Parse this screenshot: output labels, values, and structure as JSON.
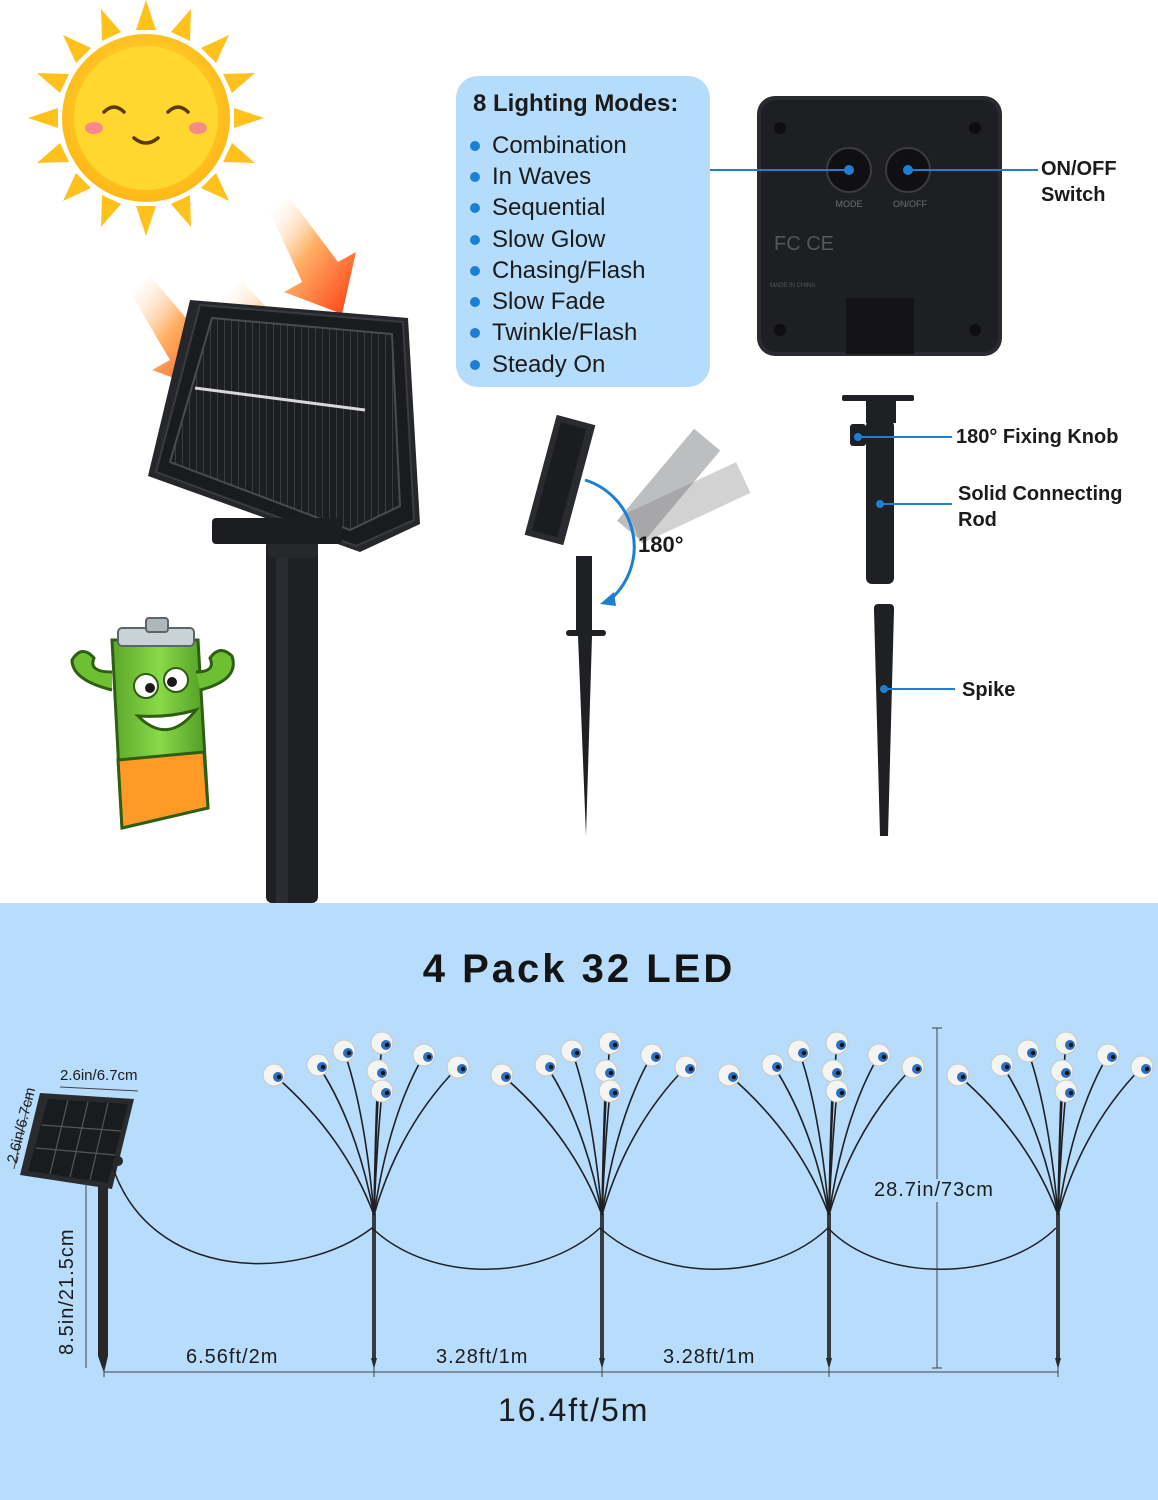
{
  "lighting_modes": {
    "title": "8 Lighting Modes:",
    "items": [
      "Combination",
      "In Waves",
      "Sequential",
      "Slow Glow",
      "Chasing/Flash",
      "Slow Fade",
      "Twinkle/Flash",
      "Steady On"
    ]
  },
  "controller": {
    "mode_label": "MODE",
    "onoff_label": "ON/OFF",
    "cert_marks": "FC CE",
    "made_in": "MADE IN CHINA"
  },
  "callouts": {
    "on_off_switch": [
      "ON/OFF",
      "Switch"
    ],
    "fixing_knob": "180° Fixing Knob",
    "connecting_rod": [
      "Solid Connecting",
      "Rod"
    ],
    "spike": "Spike",
    "rotation": "180°"
  },
  "specs": {
    "title": "4 Pack 32 LED",
    "panel_width": "2.6in/6.7cm",
    "panel_height": "2.6in/6.7cm",
    "stake_height": "8.5in/21.5cm",
    "light_height": "28.7in/73cm",
    "segment_1": "6.56ft/2m",
    "segment_2": "3.28ft/1m",
    "segment_3": "3.28ft/1m",
    "total_length": "16.4ft/5m"
  },
  "colors": {
    "sun": "#ffc21c",
    "arrow": "#ff4a12",
    "accent_blue": "#1c7fd4",
    "bottom_bg": "#b8dcfc",
    "battery_green": "#7cc93a",
    "battery_orange": "#ff9a26"
  },
  "icons": [
    "sun-icon",
    "arrow-icon",
    "battery-mascot-icon",
    "solar-panel-icon",
    "eyeball-icon"
  ]
}
